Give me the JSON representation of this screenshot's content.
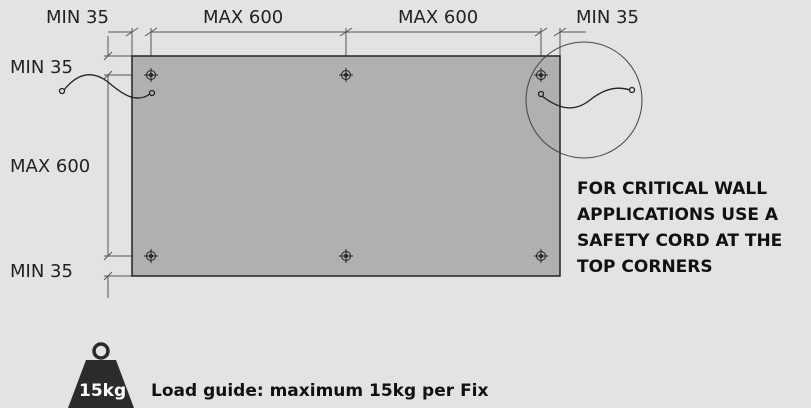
{
  "dimensions": {
    "top_left_min": "MIN 35",
    "top_max_1": "MAX 600",
    "top_max_2": "MAX 600",
    "top_right_min": "MIN 35",
    "left_top_min": "MIN 35",
    "left_max": "MAX 600",
    "left_bottom_min": "MIN 35"
  },
  "safety_note": [
    "FOR CRITICAL WALL",
    "APPLICATIONS USE A",
    "SAFETY CORD AT THE",
    "TOP CORNERS"
  ],
  "load": {
    "weight_label": "15kg",
    "guide_text": "Load guide: maximum 15kg per Fix"
  },
  "colors": {
    "background": "#e3e3e3",
    "panel": "#b0b0b0",
    "line": "#333333",
    "weight_icon": "#2b2b2b"
  }
}
